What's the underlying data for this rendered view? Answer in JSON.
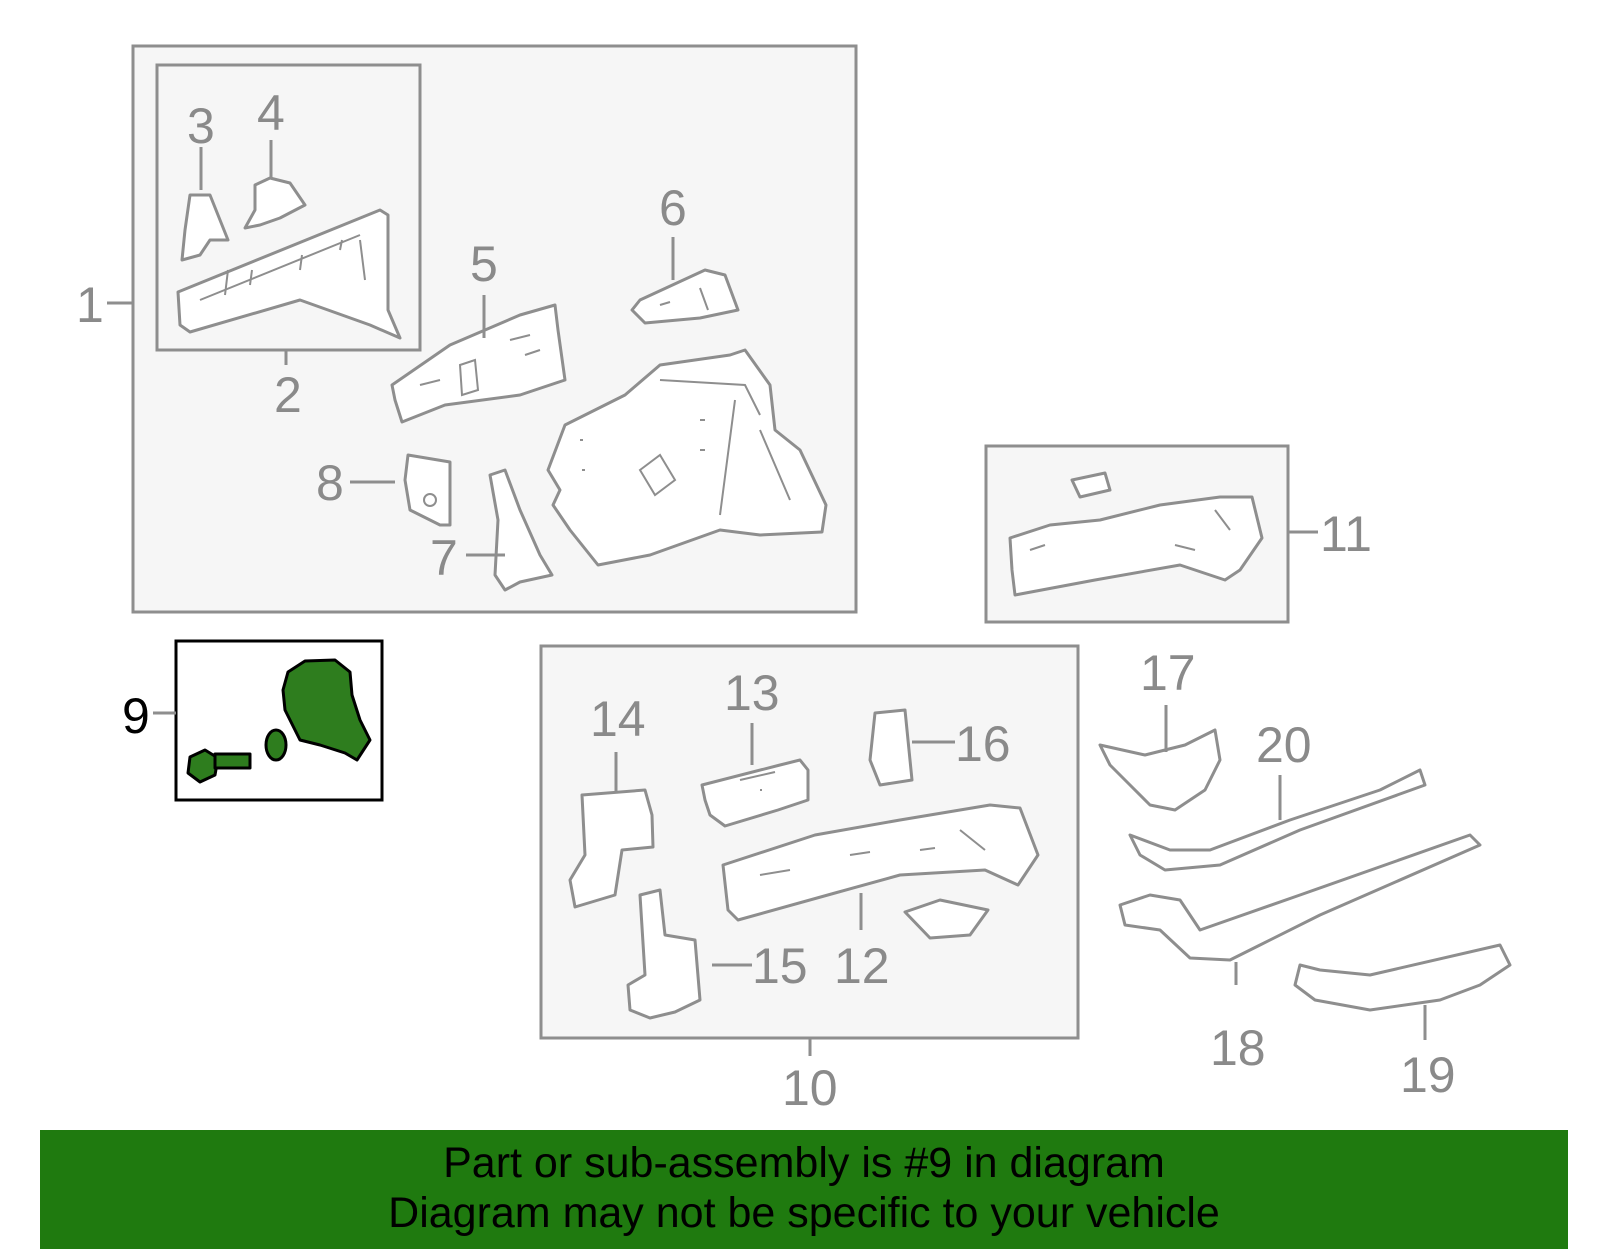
{
  "callouts": {
    "c1": "1",
    "c2": "2",
    "c3": "3",
    "c4": "4",
    "c5": "5",
    "c6": "6",
    "c7": "7",
    "c8": "8",
    "c9": "9",
    "c10": "10",
    "c11": "11",
    "c12": "12",
    "c13": "13",
    "c14": "14",
    "c15": "15",
    "c16": "16",
    "c17": "17",
    "c18": "18",
    "c19": "19",
    "c20": "20"
  },
  "highlight_callout": "9",
  "banner": {
    "line1": "Part or sub-assembly is #9 in diagram",
    "line2": "Diagram may not be specific to your vehicle"
  },
  "colors": {
    "banner": "#1f7a0f",
    "highlight_part": "#2e7d1e",
    "line_gray": "#8e8e8e",
    "box_fill": "#f6f6f6"
  }
}
